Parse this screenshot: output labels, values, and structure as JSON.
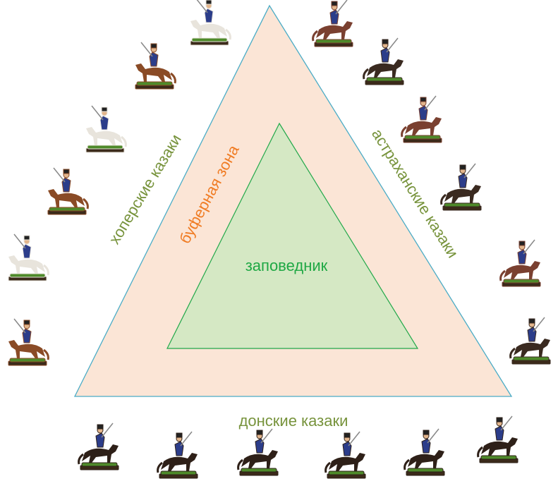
{
  "labels": {
    "center": "заповедник",
    "buffer": "буферная зона",
    "left_side": "хоперские казаки",
    "right_side": "астраханские казаки",
    "bottom_side": "донские казаки"
  },
  "colors": {
    "outer_fill": "#fbe5d6",
    "outer_stroke": "#4bacc6",
    "inner_fill": "#d5e8c4",
    "inner_stroke": "#22a84a",
    "center_text": "#1fa844",
    "buffer_text": "#f07c24",
    "cossack_text": "#77933c"
  },
  "figures": {
    "left_group": [
      "blue-coat-rider-white-horse",
      "blue-coat-rider-brown-horse",
      "blue-coat-rider-white-horse",
      "blue-coat-rider-brown-horse",
      "blue-coat-rider-white-horse",
      "blue-coat-rider-brown-horse"
    ],
    "right_group": [
      "grey-coat-rider-brown-horse",
      "grey-coat-rider-dark-horse",
      "grey-coat-rider-brown-horse",
      "grey-coat-rider-dark-horse",
      "grey-coat-rider-brown-horse",
      "grey-coat-rider-dark-horse"
    ],
    "bottom_group": [
      "dark-coat-rider-dark-horse",
      "dark-coat-rider-dark-horse",
      "dark-coat-rider-dark-horse",
      "dark-coat-rider-dark-horse",
      "dark-coat-rider-dark-horse",
      "dark-coat-rider-dark-horse"
    ]
  }
}
